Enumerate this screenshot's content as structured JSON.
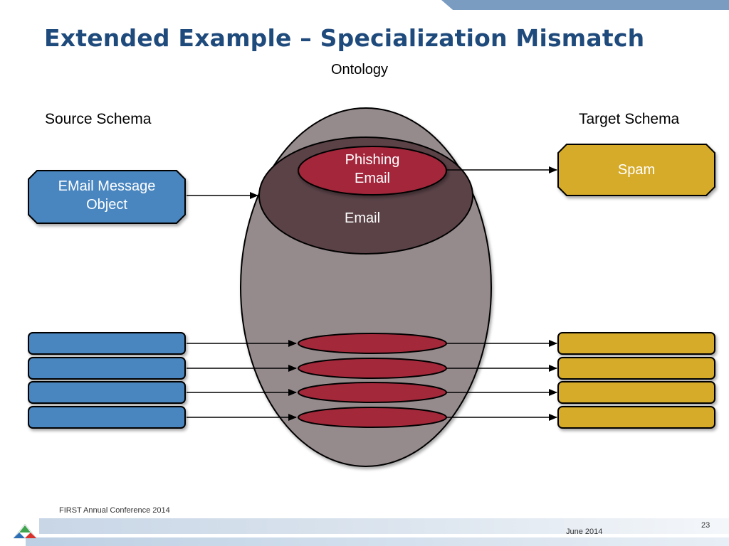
{
  "slide": {
    "title": "Extended Example – Specialization Mismatch",
    "ontology_label": "Ontology",
    "source_label": "Source Schema",
    "target_label": "Target Schema"
  },
  "nodes": {
    "source_object": "EMail Message\nObject",
    "ontology_concept": "Phishing\nEmail",
    "ontology_parent": "Email",
    "target_object": "Spam"
  },
  "colors": {
    "title": "#1f4a7c",
    "source_box": "#4a86c0",
    "ontology_concept": "#a3283a",
    "ontology_outer": "#958a8c",
    "ontology_inner": "#5a4247",
    "target_box": "#d6ab2a"
  },
  "footer": {
    "conference": "FIRST Annual Conference 2014",
    "date": "June 2014",
    "page": "23"
  }
}
